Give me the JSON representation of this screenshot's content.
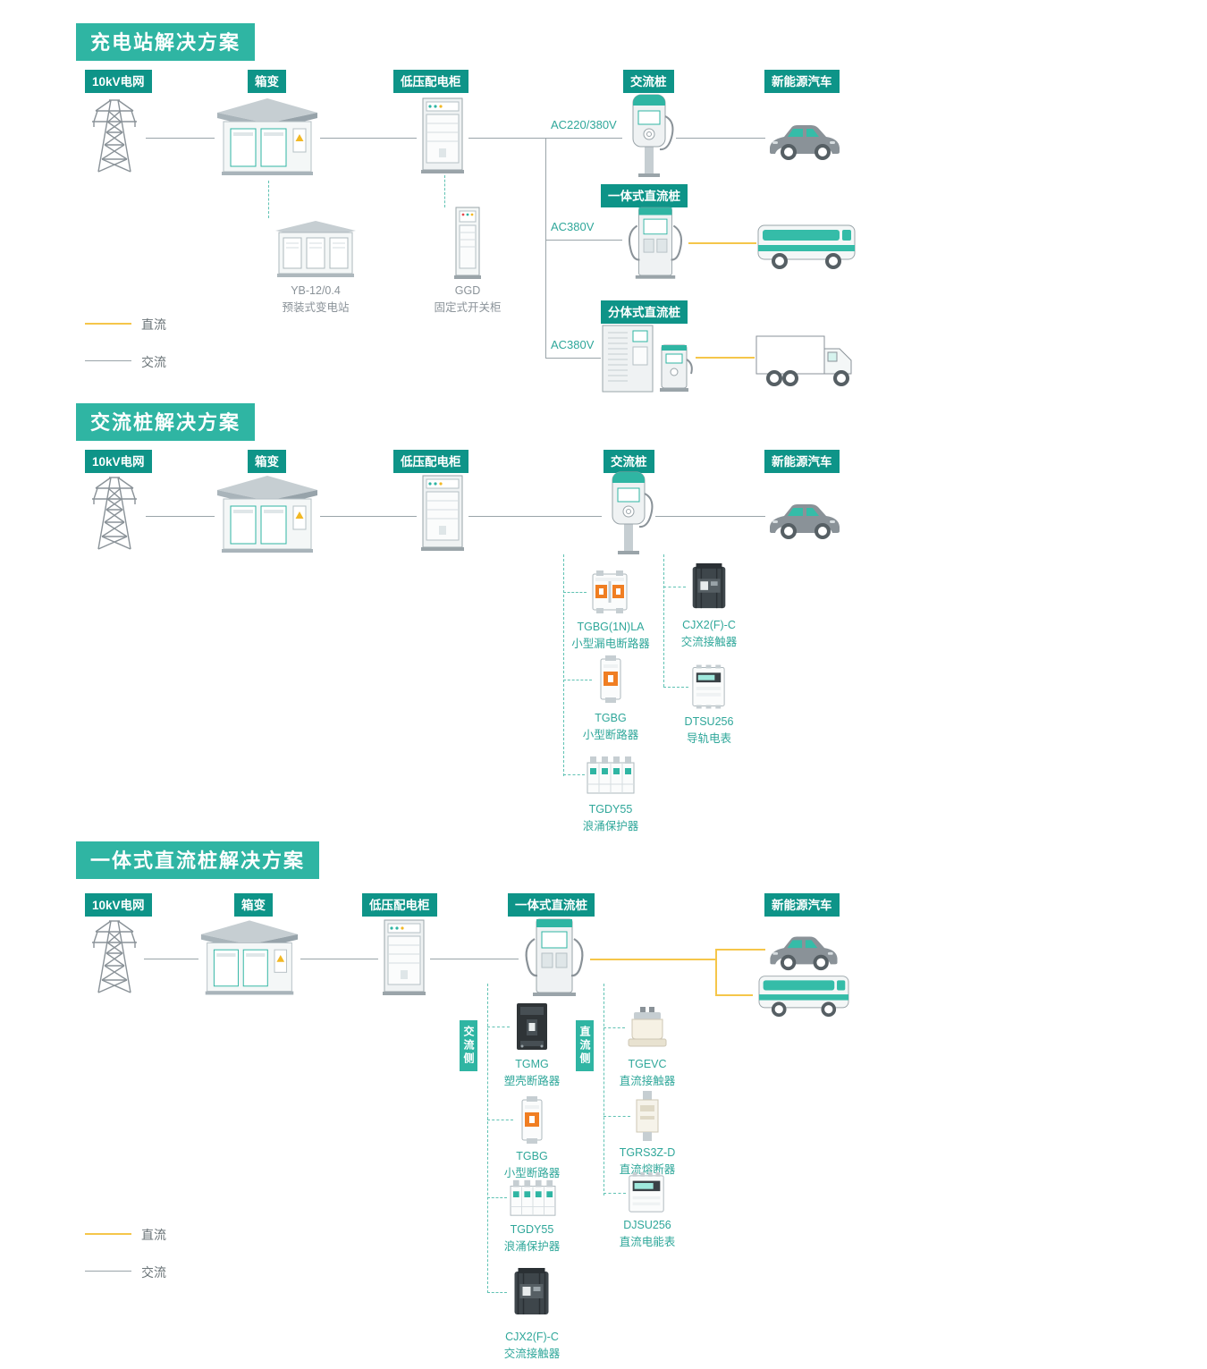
{
  "colors": {
    "teal": "#2FB5A3",
    "badge_teal": "#0E9488",
    "dc_line_yellow": "#F5C64A",
    "ac_line_gray": "#9AA4A9"
  },
  "legend": {
    "dc_label": "直流",
    "ac_label": "交流"
  },
  "s1": {
    "title": "充电站解决方案",
    "badge_grid": "10kV电网",
    "badge_transformer": "箱变",
    "badge_lv_cabinet": "低压配电柜",
    "badge_ac_pile": "交流桩",
    "badge_ev": "新能源汽车",
    "badge_dc_pile_integrated": "一体式直流桩",
    "badge_dc_pile_split": "分体式直流桩",
    "volt_ac": "AC220/380V",
    "volt_dc1": "AC380V",
    "volt_dc2": "AC380V",
    "cap_yb_model": "YB-12/0.4",
    "cap_yb_name": "预装式变电站",
    "cap_ggd_model": "GGD",
    "cap_ggd_name": "固定式开关柜"
  },
  "s2": {
    "title": "交流桩解决方案",
    "badge_grid": "10kV电网",
    "badge_transformer": "箱变",
    "badge_lv_cabinet": "低压配电柜",
    "badge_ac_pile": "交流桩",
    "badge_ev": "新能源汽车",
    "comp_rcbo": {
      "model": "TGBG(1N)LA",
      "name": "小型漏电断路器"
    },
    "comp_contactor": {
      "model": "CJX2(F)-C",
      "name": "交流接触器"
    },
    "comp_mcb": {
      "model": "TGBG",
      "name": "小型断路器"
    },
    "comp_meter": {
      "model": "DTSU256",
      "name": "导轨电表"
    },
    "comp_spd": {
      "model": "TGDY55",
      "name": "浪涌保护器"
    }
  },
  "s3": {
    "title": "一体式直流桩解决方案",
    "badge_grid": "10kV电网",
    "badge_transformer": "箱变",
    "badge_lv_cabinet": "低压配电柜",
    "badge_dc_pile": "一体式直流桩",
    "badge_ev": "新能源汽车",
    "side_ac": "交流侧",
    "side_dc": "直流侧",
    "comp_mccb": {
      "model": "TGMG",
      "name": "塑壳断路器"
    },
    "comp_mcb": {
      "model": "TGBG",
      "name": "小型断路器"
    },
    "comp_spd": {
      "model": "TGDY55",
      "name": "浪涌保护器"
    },
    "comp_ac_contactor": {
      "model": "CJX2(F)-C",
      "name": "交流接触器"
    },
    "comp_dc_contactor": {
      "model": "TGEVC",
      "name": "直流接触器"
    },
    "comp_fuse": {
      "model": "TGRS3Z-D",
      "name": "直流熔断器"
    },
    "comp_dc_meter": {
      "model": "DJSU256",
      "name": "直流电能表"
    }
  }
}
